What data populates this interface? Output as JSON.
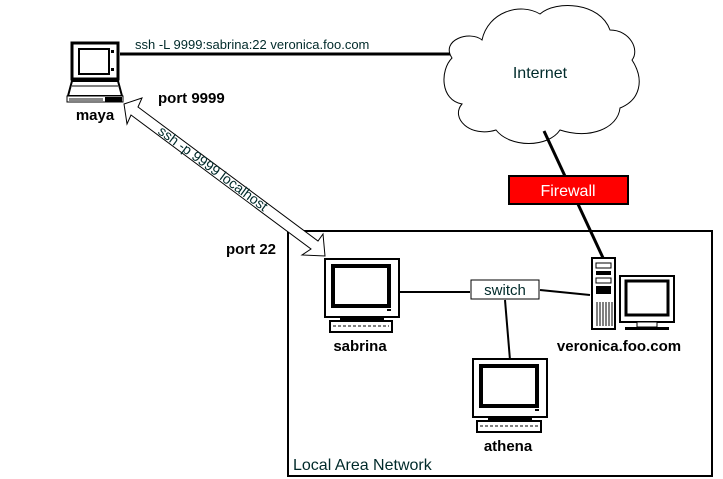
{
  "diagram": {
    "nodes": {
      "maya": {
        "label": "maya",
        "type": "laptop"
      },
      "internet": {
        "label": "Internet",
        "type": "cloud"
      },
      "firewall": {
        "label": "Firewall",
        "type": "firewall"
      },
      "sabrina": {
        "label": "sabrina",
        "type": "workstation"
      },
      "switch": {
        "label": "switch",
        "type": "switch"
      },
      "veronica": {
        "label": "veronica.foo.com",
        "type": "server"
      },
      "athena": {
        "label": "athena",
        "type": "workstation"
      }
    },
    "lan": {
      "label": "Local Area Network"
    },
    "annotations": {
      "tunnel_command": "ssh -L 9999:sabrina:22 veronica.foo.com",
      "local_command": "ssh -p 9999 localhost",
      "port_local": "port 9999",
      "port_remote": "port 22"
    },
    "colors": {
      "firewall_fill": "#ff0000",
      "firewall_text": "#ffffff",
      "text": "#002a2a",
      "line": "#000000"
    }
  }
}
